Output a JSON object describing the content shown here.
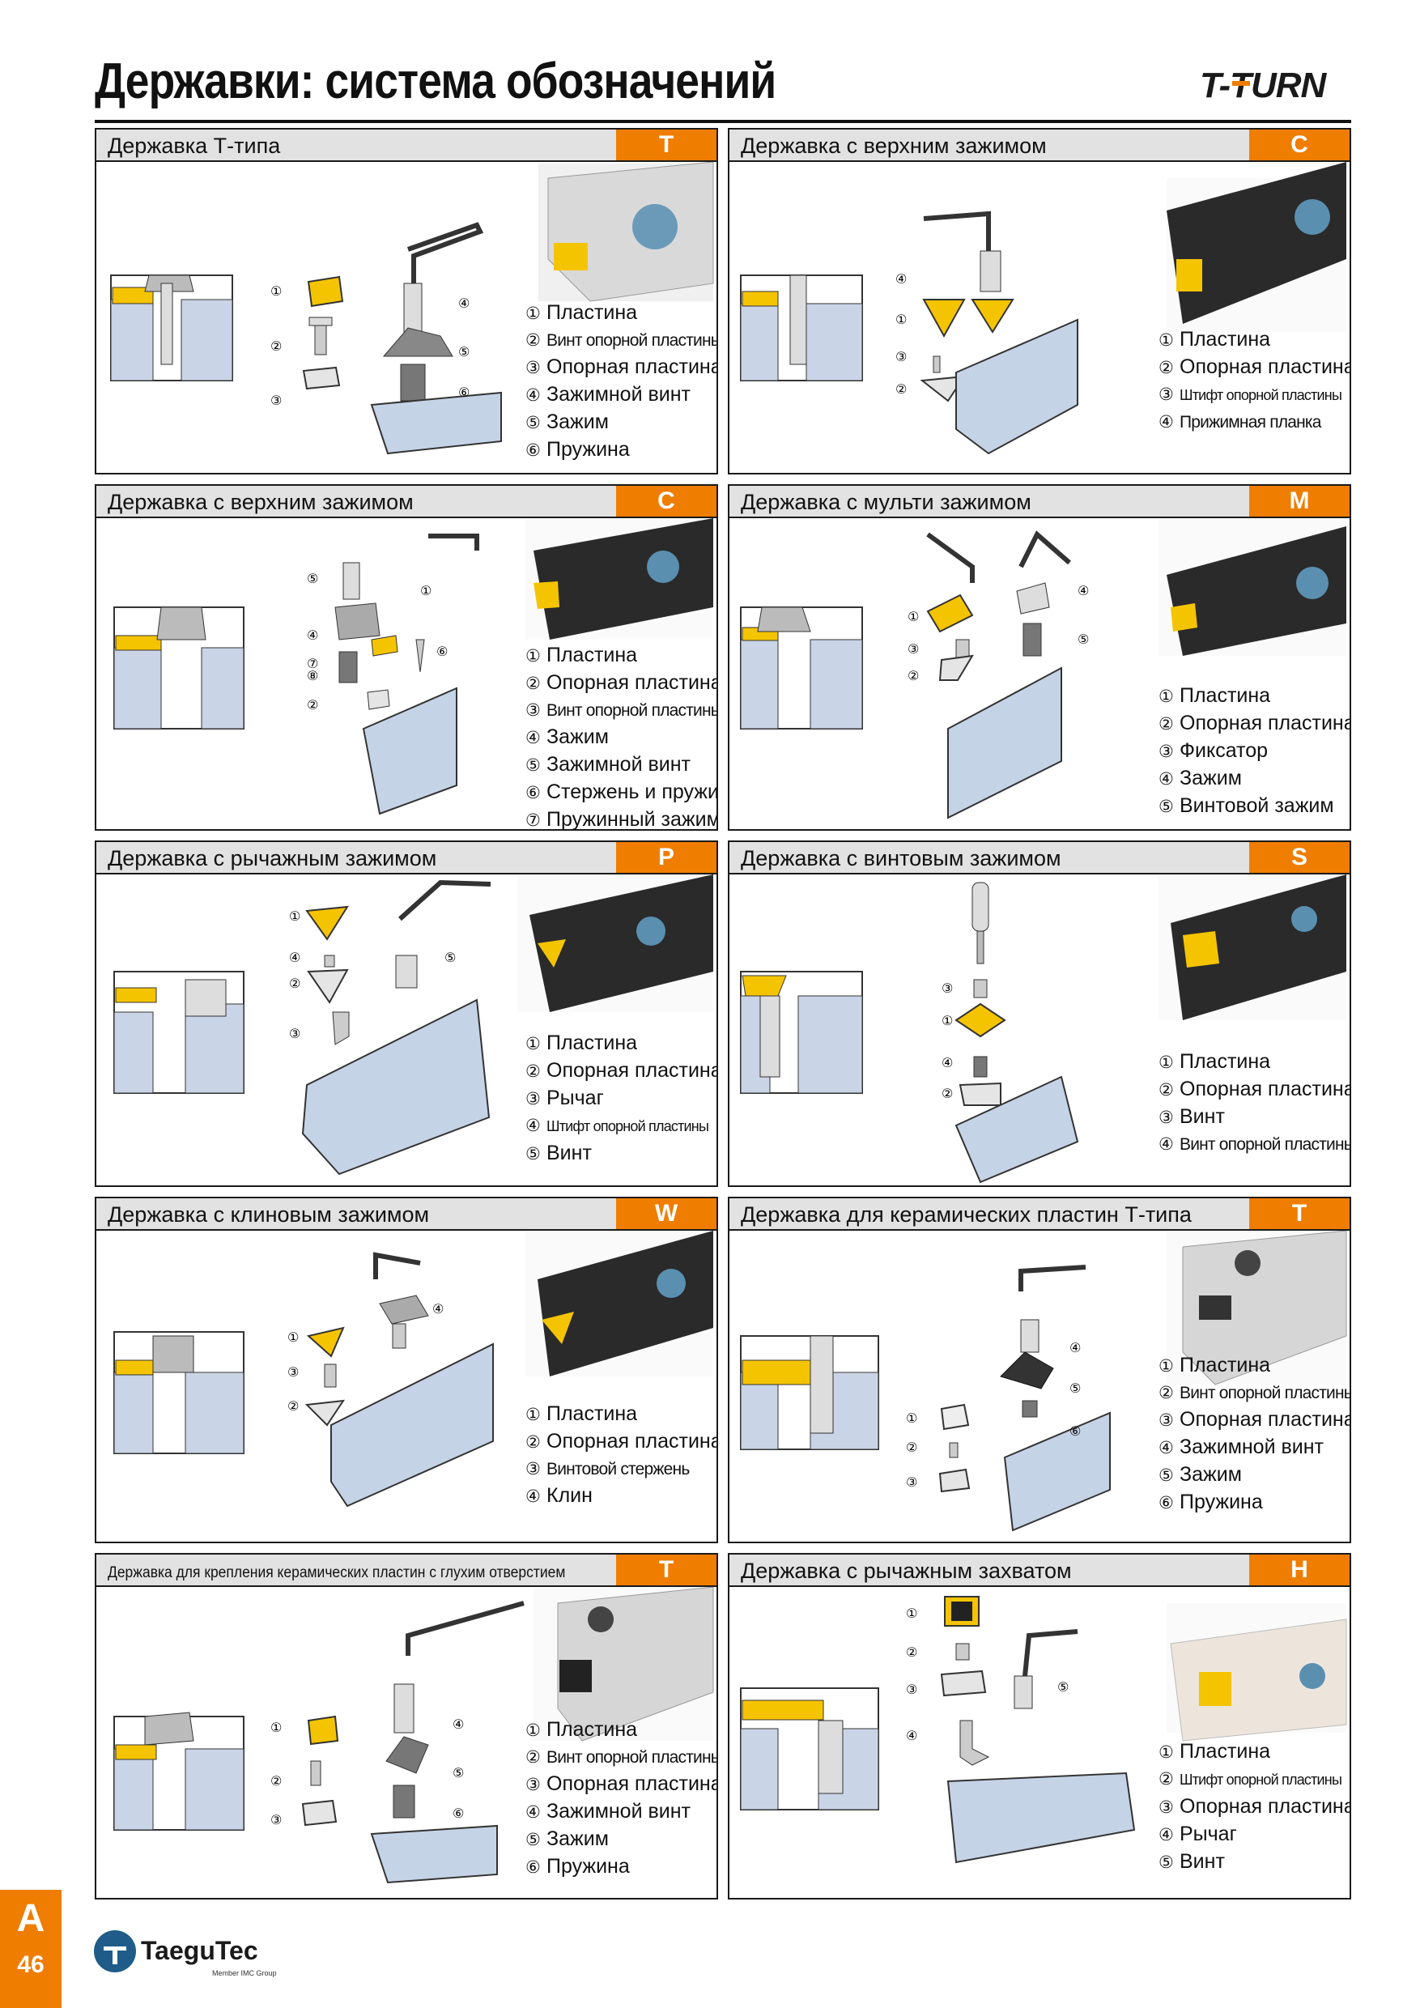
{
  "header": {
    "title": "Державки: система обозначений",
    "brand": "T-TURN"
  },
  "panels": [
    {
      "title": "Державка Т-типа",
      "code": "T",
      "items": [
        "Пластина",
        "Винт опорной пластины",
        "Опорная пластина",
        "Зажимной винт",
        "Зажим",
        "Пружина"
      ]
    },
    {
      "title": "Державка с верхним зажимом",
      "code": "C",
      "items": [
        "Пластина",
        "Опорная пластина",
        "Штифт опорной пластины",
        "Прижимная планка"
      ]
    },
    {
      "title": "Державка с верхним зажимом",
      "code": "C",
      "items": [
        "Пластина",
        "Опорная пластина",
        "Винт опорной пластины",
        "Зажим",
        "Зажимной винт",
        "Стержень и пружина",
        "Пружинный зажим"
      ]
    },
    {
      "title": "Державка с мульти зажимом",
      "code": "M",
      "items": [
        "Пластина",
        "Опорная пластина",
        "Фиксатор",
        "Зажим",
        "Винтовой зажим"
      ]
    },
    {
      "title": "Державка с рычажным зажимом",
      "code": "P",
      "items": [
        "Пластина",
        "Опорная пластина",
        "Рычаг",
        "Штифт опорной пластины",
        "Винт"
      ]
    },
    {
      "title": "Державка с винтовым зажимом",
      "code": "S",
      "items": [
        "Пластина",
        "Опорная пластина",
        "Винт",
        "Винт опорной пластины"
      ]
    },
    {
      "title": "Державка с клиновым зажимом",
      "code": "W",
      "items": [
        "Пластина",
        "Опорная пластина",
        "Винтовой стержень",
        "Клин"
      ]
    },
    {
      "title": "Державка для керамических пластин Т-типа",
      "code": "T",
      "items": [
        "Пластина",
        "Винт опорной пластины",
        "Опорная пластина",
        "Зажимной винт",
        "Зажим",
        "Пружина"
      ]
    },
    {
      "title": "Державка для крепления керамических пластин с глухим отверстием",
      "code": "T",
      "items": [
        "Пластина",
        "Винт опорной пластины",
        "Опорная пластина",
        "Зажимной винт",
        "Зажим",
        "Пружина"
      ]
    },
    {
      "title": "Державка с рычажным захватом",
      "code": "H",
      "items": [
        "Пластина",
        "Штифт опорной пластины",
        "Опорная пластина",
        "Рычаг",
        "Винт"
      ]
    }
  ],
  "numerals": [
    "①",
    "②",
    "③",
    "④",
    "⑤",
    "⑥",
    "⑦"
  ],
  "footer": {
    "section": "A",
    "page": "46",
    "company": "TaeguTec",
    "company_sub": "Member IMC Group"
  },
  "colors": {
    "accent": "#ef7d00",
    "insert": "#f5c400",
    "holder_blue": "#c5d3e6",
    "header_gray": "#e2e2e2"
  }
}
